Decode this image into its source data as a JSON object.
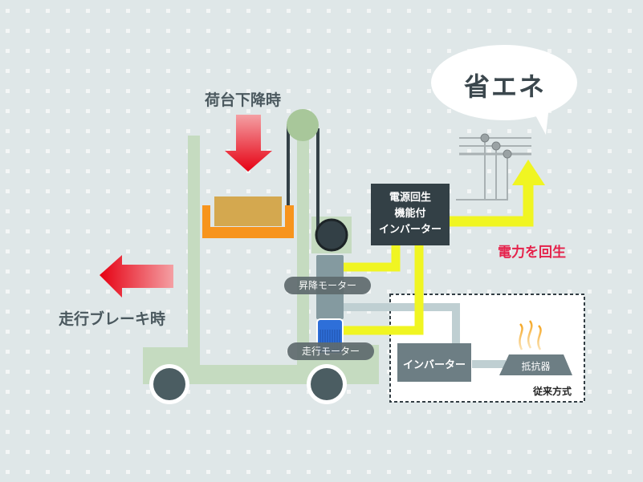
{
  "labels": {
    "cargo_lowering": "荷台下降時",
    "travel_braking": "走行ブレーキ時",
    "energy_saving": "省エネ",
    "power_regeneration": "電力を回生",
    "lift_motor": "昇降モーター",
    "travel_motor": "走行モーター",
    "regen_inverter": [
      "電源回生",
      "機能付",
      "インバーター"
    ],
    "conventional_inverter": "インバーター",
    "resistor": "抵抗器",
    "conventional_method": "従来方式"
  },
  "colors": {
    "background": "#dfe7e8",
    "dot": "#f4f6f6",
    "frame": "#c5dbc0",
    "pulley": "#a8c79a",
    "dark": "#334046",
    "wheel": "#4b5d62",
    "red_arrow": "#e60012",
    "yellow_flow": "#f0f522",
    "orange_tray": "#f7941d",
    "cargo": "#d4a84f",
    "motor_gray": "#849aa0",
    "motor_blue": "#2e6fd9",
    "inverter_gray": "#6d7e84",
    "accent_red": "#e5224b",
    "heat": "#f5b041"
  }
}
